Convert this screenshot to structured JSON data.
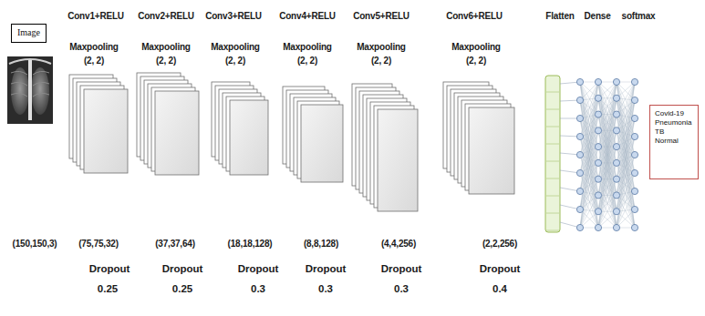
{
  "diagram": {
    "nodes": [
      {
        "text": [
          "Image"
        ]
      },
      {
        "text": [
          "Covid-19",
          "Pneumonia",
          "TB",
          "Normal"
        ]
      }
    ],
    "labels": [
      "Conv1+RELU",
      "Maxpooling",
      "(2, 2)",
      "Conv2+RELU",
      "Maxpooling",
      "(2, 2)",
      "Conv3+RELU",
      "Maxpooling",
      "(2, 2)",
      "Conv4+RELU",
      "Maxpooling",
      "(2, 2)",
      "Conv5+RELU",
      "Maxpooling",
      "(2, 2)",
      "Conv6+RELU",
      "Maxpooling",
      "(2, 2)",
      "Flatten",
      "Dense",
      "softmax",
      "(150,150,3)",
      "(75,75,32)",
      "Dropout",
      "0.25",
      "(37,37,64)",
      "Dropout",
      "0.25",
      "(18,18,128)",
      "Dropout",
      "0.3",
      "(8,8,128)",
      "Dropout",
      "0.3",
      "(4,4,256)",
      "Dropout",
      "0.3",
      "(2,2,256)",
      "Dropout",
      "0.4"
    ]
  }
}
